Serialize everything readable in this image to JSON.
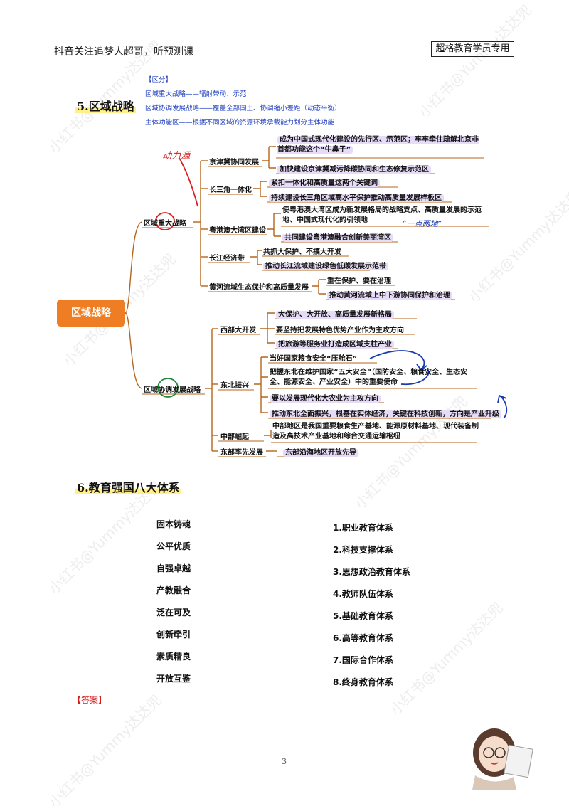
{
  "header": {
    "left": "抖音关注追梦人超哥，听预测课",
    "right": "超格教育学员专用"
  },
  "section5": {
    "title": "5.区域战略",
    "notes": [
      "【区分】",
      "区域重大战略——辐射带动、示范",
      "区域协调发展战略——覆盖全部国土、协调缩小差距（动态平衡）",
      "主体功能区——根据不同区域的资源环境承载能力划分主体功能"
    ],
    "root": "区域战略",
    "major": {
      "label": "区域重大战略",
      "jingjinji": {
        "label": "京津冀协同发展",
        "items": [
          "成为中国式现代化建设的先行区、示范区；牢牢牵住疏解北京非首都功能这个“牛鼻子”",
          "加快建设京津冀减污降碳协同和生态修复示范区"
        ]
      },
      "changsanjiao": {
        "label": "长三角一体化",
        "items": [
          "紧扣一体化和高质量这两个关键词",
          "持续建设长三角区域高水平保护推动高质量发展样板区"
        ]
      },
      "yuegangao": {
        "label": "粤港澳大湾区建设",
        "items": [
          "使粤港澳大湾区成为新发展格局的战略支点、高质量发展的示范地、中国式现代化的引领地",
          "共同建设粤港澳融合创新美丽湾区"
        ]
      },
      "changjiang": {
        "label": "长江经济带",
        "items": [
          "共抓大保护、不搞大开发",
          "推动长江流域建设绿色低碳发展示范带"
        ]
      },
      "huanghe": {
        "label": "黄河流域生态保护和高质量发展",
        "items": [
          "重在保护、要在治理",
          "推动黄河流域上中下游协同保护和治理"
        ]
      }
    },
    "coordinated": {
      "label": "区域协调发展战略",
      "xibu": {
        "label": "西部大开发",
        "items": [
          "大保护、大开放、高质量发展新格局",
          "要坚持把发展特色优势产业作为主攻方向",
          "把旅游等服务业打造成区域支柱产业"
        ]
      },
      "dongbei": {
        "label": "东北振兴",
        "items": [
          "当好国家粮食安全“压舱石”",
          "把握东北在维护国家“五大安全”（国防安全、粮食安全、生态安全、能源安全、产业安全）中的重要使命",
          "要以发展现代化大农业为主攻方向",
          "推动东北全面振兴，根基在实体经济，关键在科技创新，方向是产业升级"
        ]
      },
      "zhongbu": {
        "label": "中部崛起",
        "items": [
          "中部地区是我国重要粮食生产基地、能源原材料基地、现代装备制造及高技术产业基地和综合交通运输枢纽"
        ]
      },
      "dongbu": {
        "label": "东部率先发展",
        "items": [
          "东部沿海地区开放先导"
        ]
      }
    },
    "handwriting": {
      "red": "动力源",
      "blue": "“一点两地”"
    }
  },
  "section6": {
    "title": "6.教育强国八大体系",
    "left": [
      "固本铸魂",
      "公平优质",
      "自强卓越",
      "产教融合",
      "泛在可及",
      "创新牵引",
      "素质精良",
      "开放互鉴"
    ],
    "right": [
      "1.职业教育体系",
      "2.科技支撑体系",
      "3.思想政治教育体系",
      "4.教师队伍体系",
      "5.基础教育体系",
      "6.高等教育体系",
      "7.国际合作体系",
      "8.终身教育体系"
    ]
  },
  "answer": "【答案】",
  "page_number": "3",
  "watermark": "小红书@Yummy达达兜"
}
